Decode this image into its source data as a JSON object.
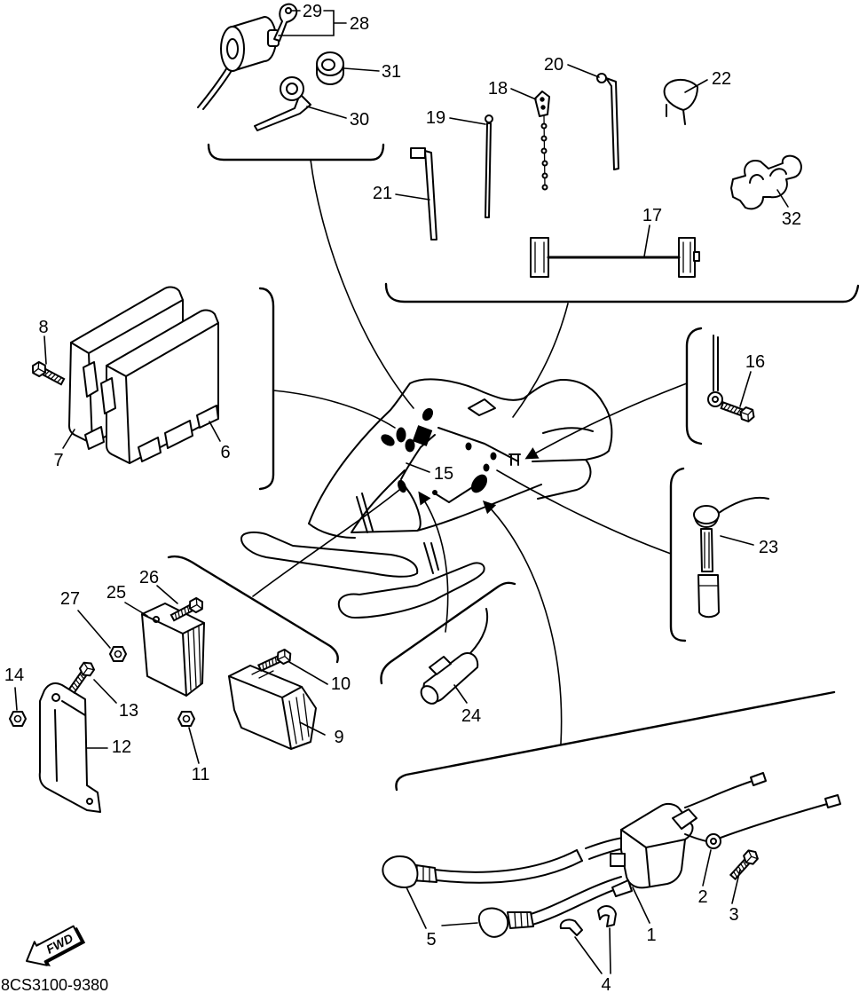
{
  "colors": {
    "ink": "#000000",
    "paper": "#ffffff"
  },
  "diagram": {
    "callouts": {
      "p1": "1",
      "p2": "2",
      "p3": "3",
      "p4": "4",
      "p5": "5",
      "p6": "6",
      "p7": "7",
      "p8": "8",
      "p9": "9",
      "p10": "10",
      "p11": "11",
      "p12": "12",
      "p13": "13",
      "p14": "14",
      "p15": "15",
      "p16": "16",
      "p17": "17",
      "p18": "18",
      "p19": "19",
      "p20": "20",
      "p21": "21",
      "p22": "22",
      "p23": "23",
      "p24": "24",
      "p25": "25",
      "p26": "26",
      "p27": "27",
      "p28": "28",
      "p29": "29",
      "p30": "30",
      "p31": "31",
      "p32": "32"
    },
    "fwd_label": "FWD",
    "drawing_code": "8CS3100-9380"
  }
}
